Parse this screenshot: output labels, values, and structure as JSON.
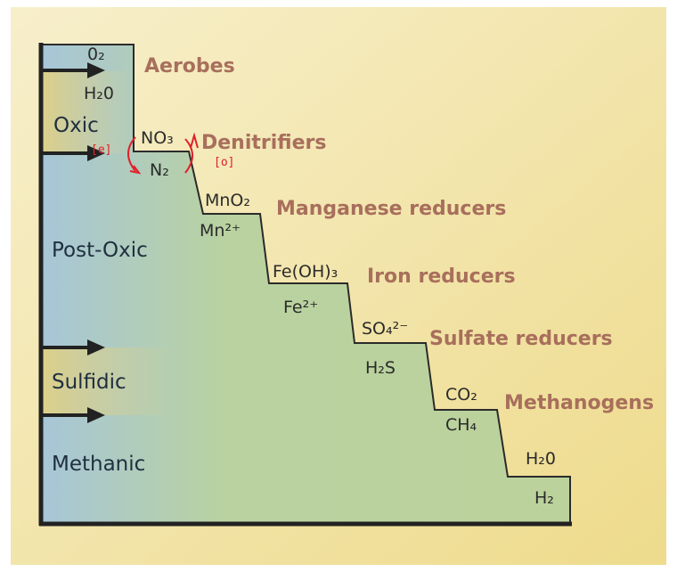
{
  "zones": {
    "oxic": "Oxic",
    "post_oxic": "Post-Oxic",
    "sulfidic": "Sulfidic",
    "methanic": "Methanic"
  },
  "species": {
    "o2": "0₂",
    "h2o_top": "H₂0",
    "no3": "NO₃",
    "n2": "N₂",
    "mno2": "MnO₂",
    "mn2": "Mn²⁺",
    "feoh3": "Fe(OH)₃",
    "fe2": "Fe²⁺",
    "so4": "SO₄²⁻",
    "h2s": "H₂S",
    "co2": "CO₂",
    "ch4": "CH₄",
    "h2o_bottom": "H₂0",
    "h2": "H₂"
  },
  "organisms": {
    "aerobes": "Aerobes",
    "denitrifiers": "Denitrifiers",
    "manganese": "Manganese reducers",
    "iron": "Iron reducers",
    "sulfate": "Sulfate reducers",
    "methanogens": "Methanogens"
  },
  "annotations": {
    "left_bracket": "[e]",
    "right_bracket": "[o]"
  },
  "colors": {
    "background": "#f2e3a4",
    "diagram_green": "#b9d2a0",
    "diagram_blue": "#a9c8d6",
    "zone_yellow": "#dccf86",
    "organism_text": "#a86f5c",
    "annotation_red": "#e0202a"
  }
}
